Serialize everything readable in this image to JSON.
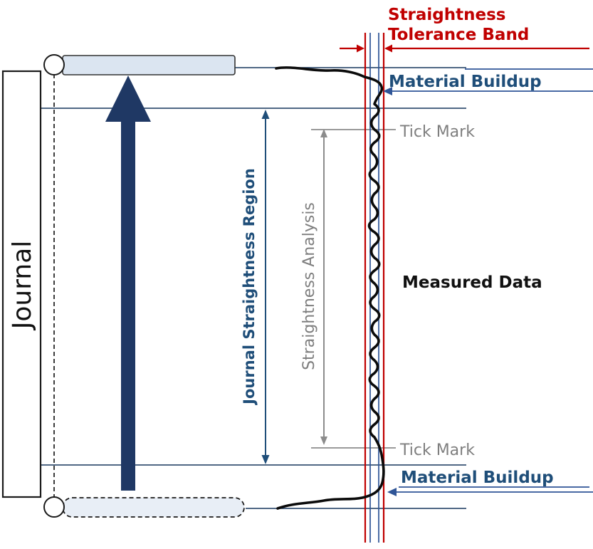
{
  "labels": {
    "journal": "Journal",
    "tolerance_band_1": "Straightness",
    "tolerance_band_2": "Tolerance Band",
    "material_buildup_top": "Material Buildup",
    "material_buildup_bottom": "Material Buildup",
    "tick_mark_top": "Tick Mark",
    "tick_mark_bottom": "Tick Mark",
    "measured_data": "Measured Data",
    "straightness_region": "Journal Straightness Region",
    "straightness_analysis": "Straightness Analysis"
  },
  "colors": {
    "dark_red": "#c00000",
    "dark_blue_text": "#1f4e79",
    "blue_line": "#2f5597",
    "navy_line": "#17375d",
    "navy_arrow": "#1f3864",
    "gray_text": "#7f7f7f",
    "gray_line": "#8c8c8c",
    "roller_fill": "#dbe5f1",
    "roller_dashed_fill": "#e8eef6"
  }
}
